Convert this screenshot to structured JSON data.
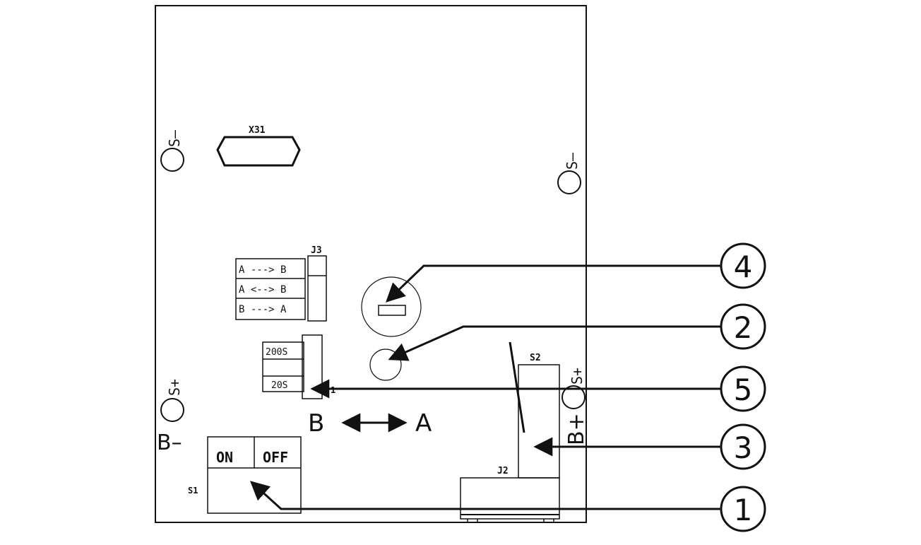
{
  "board": {
    "x31_label": "X31",
    "s_minus_left": "S–",
    "s_minus_right": "S–",
    "s_plus_left": "S+",
    "s_plus_right": "S+",
    "b_minus": "B–",
    "b_plus": "B+"
  },
  "j3": {
    "label": "J3",
    "rows": [
      "A ---> B",
      "A <--> B",
      "B ---> A"
    ]
  },
  "j1": {
    "label": "1",
    "rows": [
      "200S",
      "",
      "20S"
    ]
  },
  "direction": {
    "left": "B",
    "right": "A"
  },
  "s1": {
    "label": "S1",
    "on": "ON",
    "off": "OFF"
  },
  "s2": {
    "label": "S2"
  },
  "j2": {
    "label": "J2"
  },
  "callouts": [
    "4",
    "2",
    "5",
    "3",
    "1"
  ]
}
